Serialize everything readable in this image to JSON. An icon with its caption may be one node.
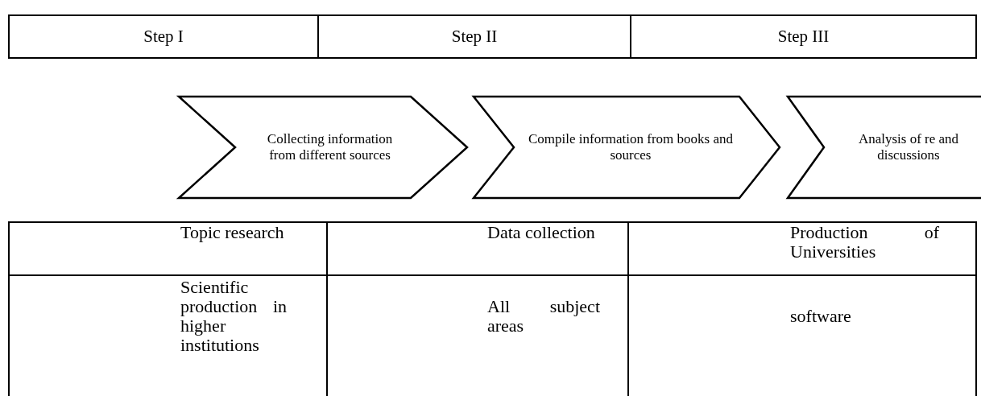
{
  "diagram": {
    "nodes": [
      {
        "text": [
          "Collecting information from different sources"
        ]
      },
      {
        "text": [
          "Compile information from books and sources"
        ]
      },
      {
        "text": [
          "Analysis of re and discussions"
        ]
      }
    ],
    "labels": [
      "Step I",
      "Step II",
      "Step III",
      "Topic research",
      "Data collection",
      "Production of Universities",
      "Scientific production in higher institutions",
      "All subject areas",
      "software"
    ]
  }
}
